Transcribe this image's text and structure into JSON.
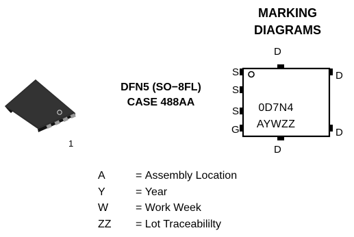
{
  "heading": {
    "line1": "MARKING",
    "line2": "DIAGRAMS"
  },
  "package": {
    "name_line1": "DFN5 (SO−8FL)",
    "name_line2": "CASE 488AA",
    "pin1_label": "1"
  },
  "diagram": {
    "top_pin": "D",
    "bottom_pin": "D",
    "left_pins": [
      "S",
      "S",
      "S",
      "G"
    ],
    "right_pins": [
      "D",
      "D"
    ],
    "marking_line1": "0D7N4",
    "marking_line2": "AYWZZ"
  },
  "legend": [
    {
      "code": "A",
      "sep": "=",
      "meaning": "Assembly Location"
    },
    {
      "code": "Y",
      "sep": "=",
      "meaning": "Year"
    },
    {
      "code": "W",
      "sep": "=",
      "meaning": "Work Week"
    },
    {
      "code": "ZZ",
      "sep": "=",
      "meaning": "Lot Traceabililty"
    }
  ]
}
